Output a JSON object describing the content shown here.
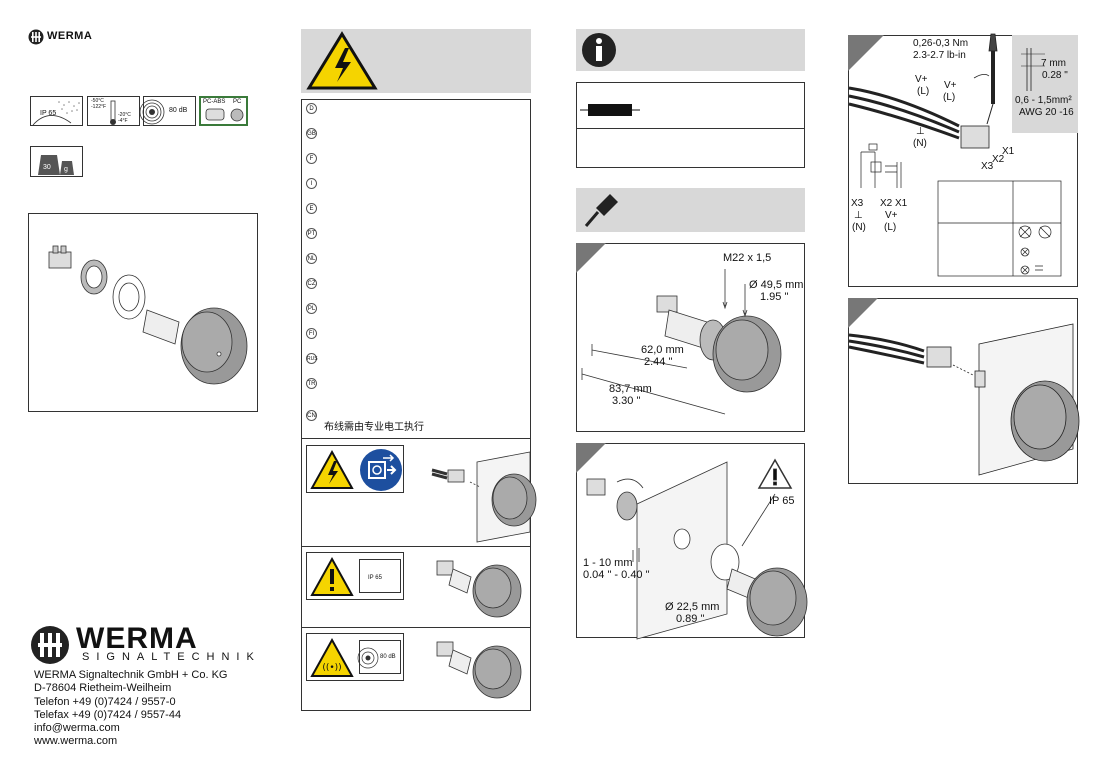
{
  "brand": {
    "name": "WERMA",
    "sub": "SIGNALTECHNIK"
  },
  "icons": {
    "ip": "IP 65",
    "temp_hi": "-50°C\n-122°F",
    "temp_lo": "-20°C\n-4°F",
    "sound": "80 dB",
    "material_a": "PC-ABS",
    "material_b": "PC",
    "weight": "30",
    "weight_unit": "g"
  },
  "languages": [
    "D",
    "GB",
    "F",
    "I",
    "E",
    "PT",
    "NL",
    "CZ",
    "PL",
    "FI",
    "RUS",
    "TR",
    "CN"
  ],
  "cn_text": "布线需由专业电工执行",
  "warn_ip": "IP 65",
  "warn_db": "80 dB",
  "fuse_panel": {},
  "dims": {
    "thread": "M22 x 1,5",
    "dia_mm": "Ø 49,5 mm",
    "dia_in": "1.95 \"",
    "len1_mm": "62,0 mm",
    "len1_in": "2.44 \"",
    "len2_mm": "83,7 mm",
    "len2_in": "3.30 \""
  },
  "mount": {
    "ip": "IP 65",
    "range_mm": "1 - 10 mm",
    "range_in": "0.04 \" - 0.40 \"",
    "hole_mm": "Ø 22,5 mm",
    "hole_in": "0.89 \""
  },
  "wiring": {
    "torque_nm": "0,26-0,3 Nm",
    "torque_lb": "2.3-2.7 lb-in",
    "strip_mm": "7 mm",
    "strip_in": "0.28 \"",
    "cross_mm": "0,6 - 1,5mm²",
    "awg": "AWG 20 -16",
    "vplus_a": "V+",
    "l_a": "(L)",
    "vplus_b": "V+",
    "l_b": "(L)",
    "gnd": "⊥",
    "n": "(N)",
    "x1": "X1",
    "x2": "X2",
    "x3": "X3",
    "sch_x3": "X3",
    "sch_x2": "X2",
    "sch_x1": "X1",
    "sch_gnd": "⊥",
    "sch_n": "(N)",
    "sch_vplus": "V+",
    "sch_l": "(L)"
  },
  "contact": {
    "company": "WERMA Signaltechnik GmbH + Co. KG",
    "address": "D-78604 Rietheim-Weilheim",
    "phone": "Telefon +49 (0)7424 / 9557-0",
    "fax": "Telefax +49 (0)7424 / 9557-44",
    "email": "info@werma.com",
    "web": "www.werma.com"
  }
}
